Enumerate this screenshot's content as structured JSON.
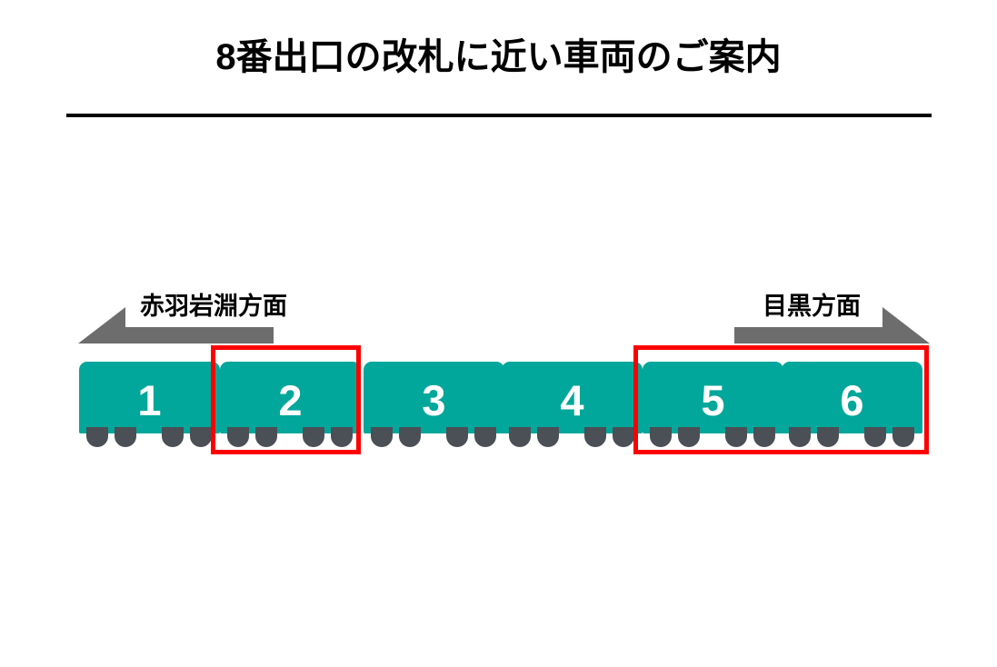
{
  "page": {
    "title": "8番出口の改札に近い車両のご案内",
    "background_color": "#ffffff"
  },
  "colors": {
    "car_body": "#00a79a",
    "wheel": "#4b4f56",
    "arrow": "#6d6d6d",
    "highlight": "#fe0000",
    "rule": "#000000",
    "text": "#000000",
    "car_number_text": "#ffffff"
  },
  "directions": {
    "left": {
      "label": "赤羽岩淵方面",
      "arrow_icon": "arrow-left-icon",
      "arrow_color": "#6d6d6d"
    },
    "right": {
      "label": "目黒方面",
      "arrow_icon": "arrow-right-icon",
      "arrow_color": "#6d6d6d"
    }
  },
  "train": {
    "car_count": 6,
    "cars": [
      {
        "number": "1",
        "highlighted": false
      },
      {
        "number": "2",
        "highlighted": true
      },
      {
        "number": "3",
        "highlighted": false
      },
      {
        "number": "4",
        "highlighted": false
      },
      {
        "number": "5",
        "highlighted": true
      },
      {
        "number": "6",
        "highlighted": true
      }
    ],
    "highlight_groups": [
      {
        "name": "highlight-car-2",
        "cars": [
          "2"
        ]
      },
      {
        "name": "highlight-car-5-6",
        "cars": [
          "5",
          "6"
        ]
      }
    ]
  }
}
